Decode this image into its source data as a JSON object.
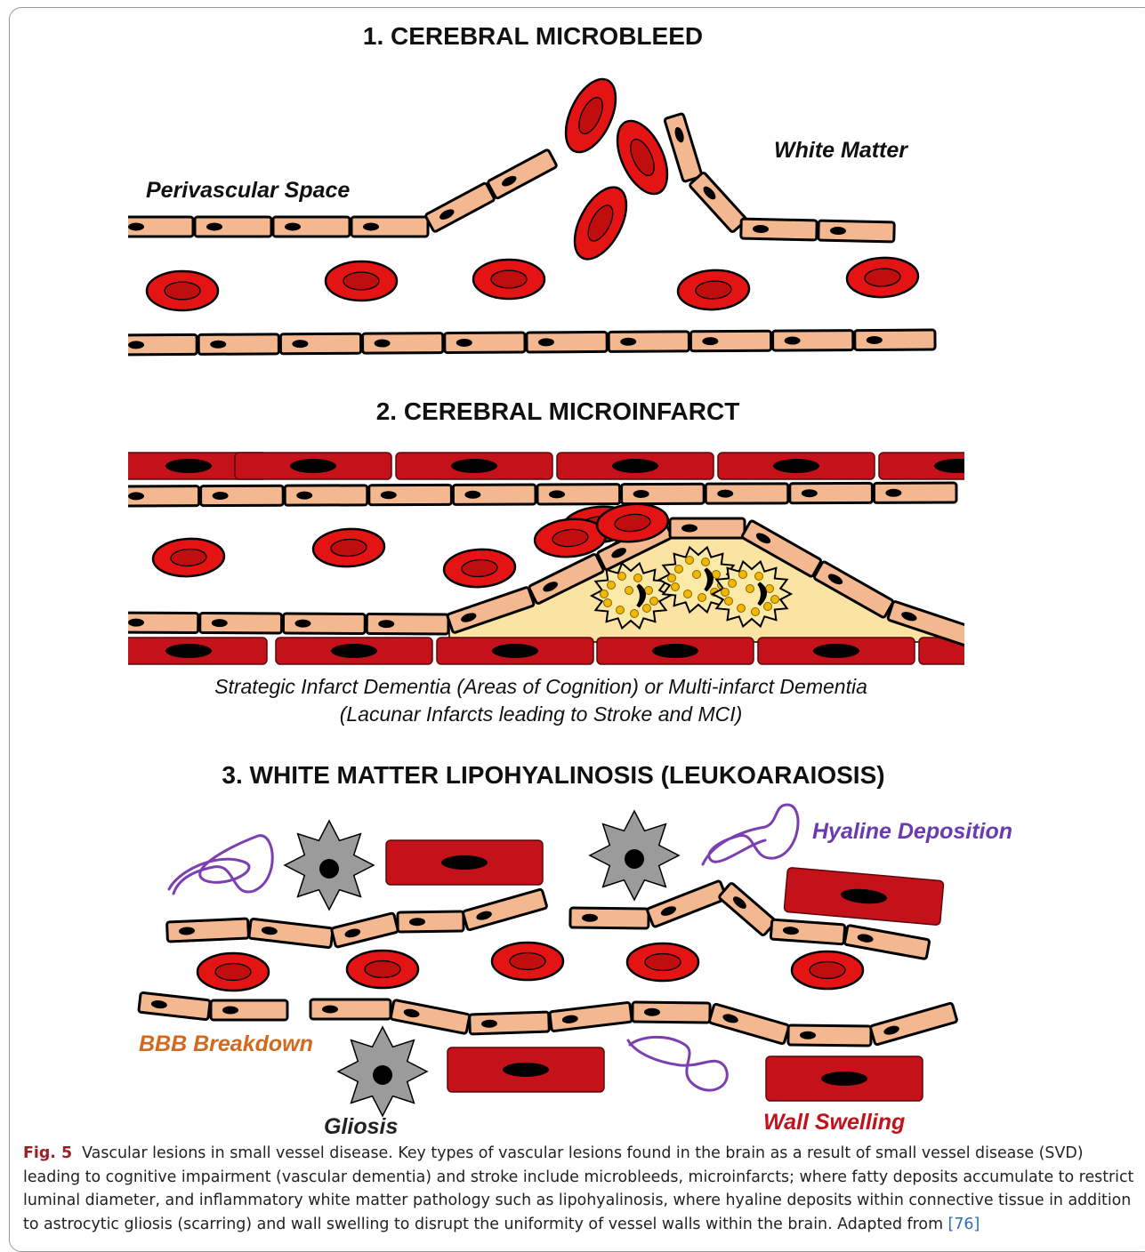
{
  "sections": {
    "s1_title": "1. CEREBRAL MICROBLEED",
    "s2_title": "2. CEREBRAL MICROINFARCT",
    "s3_title": "3. WHITE MATTER LIPOHYALINOSIS (LEUKOARAIOSIS)"
  },
  "labels": {
    "perivascular_space": "Perivascular Space",
    "white_matter": "White Matter",
    "dementia_line1": "Strategic Infarct Dementia (Areas of Cognition) or Multi-infarct Dementia",
    "dementia_line2": "(Lacunar Infarcts leading to Stroke and MCI)",
    "hyaline_deposition": "Hyaline Deposition",
    "bbb_breakdown": "BBB Breakdown",
    "gliosis": "Gliosis",
    "wall_swelling": "Wall Swelling"
  },
  "caption": {
    "fig_label": "Fig. 5",
    "text": "Vascular lesions in small vessel disease. Key types of vascular lesions found in the brain as a result of small vessel disease (SVD) leading to cognitive impairment (vascular dementia) and stroke include microbleeds, microinfarcts; where fatty deposits accumulate to restrict luminal diameter, and inflammatory white matter pathology such as lipohyalinosis, where hyaline deposits within connective tissue in addition to astrocytic gliosis (scarring) and wall swelling to disrupt the uniformity of vessel walls within the brain. Adapted from",
    "ref": "[76]"
  },
  "colors": {
    "endothelial": "#f3b88f",
    "rbc": "#e51414",
    "rbc_inner": "#c00d0d",
    "smooth_muscle": "#c4111a",
    "plaque": "#fbe3a4",
    "astrocyte": "#9b9b9b",
    "hyaline": "#7b3fb2",
    "bbb_label": "#d2691e",
    "wall_swelling_label": "#c4111a",
    "hyaline_label": "#6a3ab0",
    "nucleus": "#000000"
  }
}
